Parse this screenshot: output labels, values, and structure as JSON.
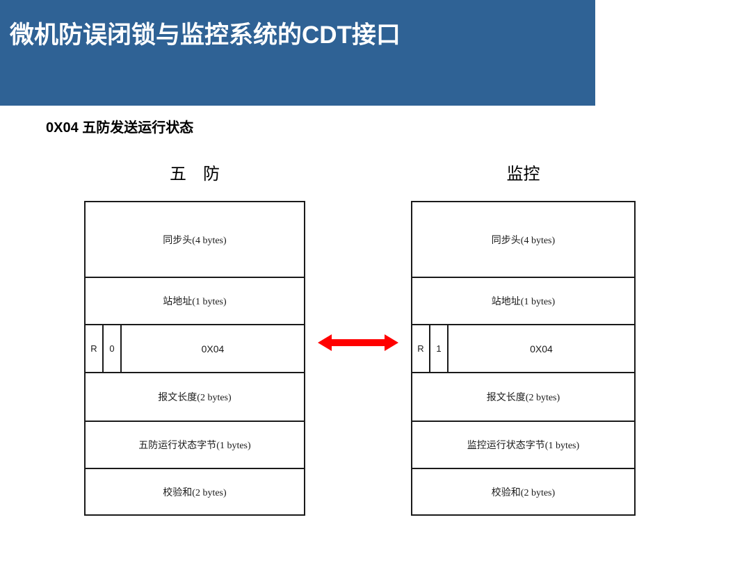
{
  "slide": {
    "title": "微机防误闭锁与监控系统的CDT接口",
    "subtitle": "0X04 五防发送运行状态",
    "banner_color": "#2f6295",
    "arrow_color": "#FF0000"
  },
  "diagram": {
    "arrow_name": "bidirectional-red-arrow",
    "left": {
      "heading": "五　防",
      "rows": [
        {
          "label": "同步头(4 bytes)"
        },
        {
          "label": "站地址(1 bytes)"
        },
        {
          "split": true,
          "c1": "R",
          "c2": "0",
          "c3": "0X04"
        },
        {
          "label": "报文长度(2 bytes)"
        },
        {
          "label": "五防运行状态字节(1 bytes)"
        },
        {
          "label": "校验和(2 bytes)"
        }
      ]
    },
    "right": {
      "heading": "监控",
      "rows": [
        {
          "label": "同步头(4 bytes)"
        },
        {
          "label": "站地址(1 bytes)"
        },
        {
          "split": true,
          "c1": "R",
          "c2": "1",
          "c3": "0X04"
        },
        {
          "label": "报文长度(2 bytes)"
        },
        {
          "label": "监控运行状态字节(1 bytes)"
        },
        {
          "label": "校验和(2 bytes)"
        }
      ]
    }
  }
}
